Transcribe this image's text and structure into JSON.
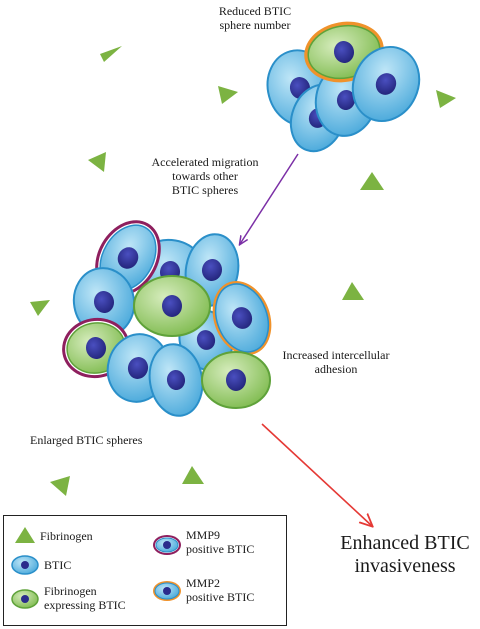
{
  "labels": {
    "reduced_line1": "Reduced BTIC",
    "reduced_line2": "sphere number",
    "accelerated_line1": "Accelerated migration",
    "accelerated_line2": "towards other",
    "accelerated_line3": "BTIC spheres",
    "adhesion_line1": "Increased intercellular",
    "adhesion_line2": "adhesion",
    "enlarged": "Enlarged BTIC spheres",
    "enhanced_line1": "Enhanced BTIC",
    "enhanced_line2": "invasiveness"
  },
  "legend": {
    "fibrinogen": "Fibrinogen",
    "btic": "BTIC",
    "fib_btic_line1": "Fibrinogen",
    "fib_btic_line2": "expressing BTIC",
    "mmp9_line1": "MMP9",
    "mmp9_line2": "positive BTIC",
    "mmp2_line1": "MMP2",
    "mmp2_line2": "positive BTIC"
  },
  "colors": {
    "btic_fill": "#5ab5e0",
    "btic_stroke": "#2a8fc9",
    "fibrinogen_cell_fill": "#8cc35a",
    "fibrinogen_cell_stroke": "#5fa23a",
    "nucleus": "#2b2c8c",
    "triangle": "#7cb342",
    "mmp9_ring": "#8e1f5e",
    "mmp2_ring": "#f0922b",
    "migration_arrow": "#7b2fa6",
    "invasion_arrow": "#e53935"
  }
}
